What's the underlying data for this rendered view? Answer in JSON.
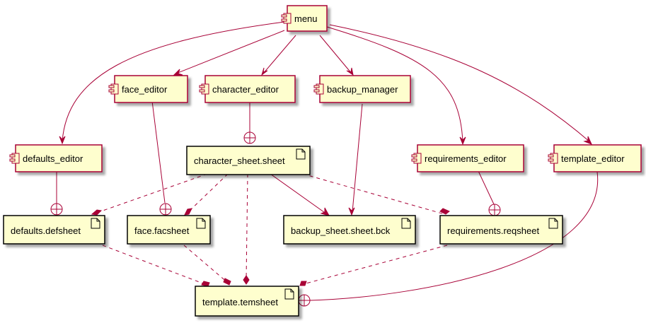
{
  "colors": {
    "node_fill": "#FEFECE",
    "node_border": "#A80036",
    "artifact_border": "#000000",
    "edge": "#A80036",
    "shadow": "#b8b8b8"
  },
  "components": {
    "menu": "menu",
    "face_editor": "face_editor",
    "character_editor": "character_editor",
    "backup_manager": "backup_manager",
    "defaults_editor": "defaults_editor",
    "requirements_editor": "requirements_editor",
    "template_editor": "template_editor"
  },
  "artifacts": {
    "character_sheet": "character_sheet.sheet",
    "defaults_sheet": "defaults.defsheet",
    "face_sheet": "face.facsheet",
    "backup_sheet": "backup_sheet.sheet.bck",
    "requirements_sheet": "requirements.reqsheet",
    "template_sheet": "template.temsheet"
  },
  "icons": {
    "component": "component-icon",
    "artifact": "document-icon"
  },
  "relations": [
    {
      "from": "menu",
      "to": "face_editor",
      "style": "solid-arrow"
    },
    {
      "from": "menu",
      "to": "character_editor",
      "style": "solid-arrow"
    },
    {
      "from": "menu",
      "to": "backup_manager",
      "style": "solid-arrow"
    },
    {
      "from": "menu",
      "to": "defaults_editor",
      "style": "solid-arrow"
    },
    {
      "from": "menu",
      "to": "requirements_editor",
      "style": "solid-arrow"
    },
    {
      "from": "menu",
      "to": "template_editor",
      "style": "solid-arrow"
    },
    {
      "from": "character_editor",
      "to": "character_sheet.sheet",
      "style": "nested-circle-plus"
    },
    {
      "from": "defaults_editor",
      "to": "defaults.defsheet",
      "style": "nested-circle-plus"
    },
    {
      "from": "face_editor",
      "to": "face.facsheet",
      "style": "nested-circle-plus"
    },
    {
      "from": "requirements_editor",
      "to": "requirements.reqsheet",
      "style": "nested-circle-plus"
    },
    {
      "from": "template_editor",
      "to": "template.temsheet",
      "style": "nested-circle-plus"
    },
    {
      "from": "character_sheet.sheet",
      "to": "backup_sheet.sheet.bck",
      "style": "solid-arrow"
    },
    {
      "from": "backup_manager",
      "to": "backup_sheet.sheet.bck",
      "style": "solid-arrow"
    },
    {
      "from": "character_sheet.sheet",
      "to": "defaults.defsheet",
      "style": "dashed-composition"
    },
    {
      "from": "character_sheet.sheet",
      "to": "face.facsheet",
      "style": "dashed-composition"
    },
    {
      "from": "character_sheet.sheet",
      "to": "requirements.reqsheet",
      "style": "dashed-composition"
    },
    {
      "from": "character_sheet.sheet",
      "to": "template.temsheet",
      "style": "dashed-composition"
    },
    {
      "from": "defaults.defsheet",
      "to": "template.temsheet",
      "style": "dashed-composition"
    },
    {
      "from": "face.facsheet",
      "to": "template.temsheet",
      "style": "dashed-composition"
    },
    {
      "from": "requirements.reqsheet",
      "to": "template.temsheet",
      "style": "dashed-composition"
    }
  ]
}
